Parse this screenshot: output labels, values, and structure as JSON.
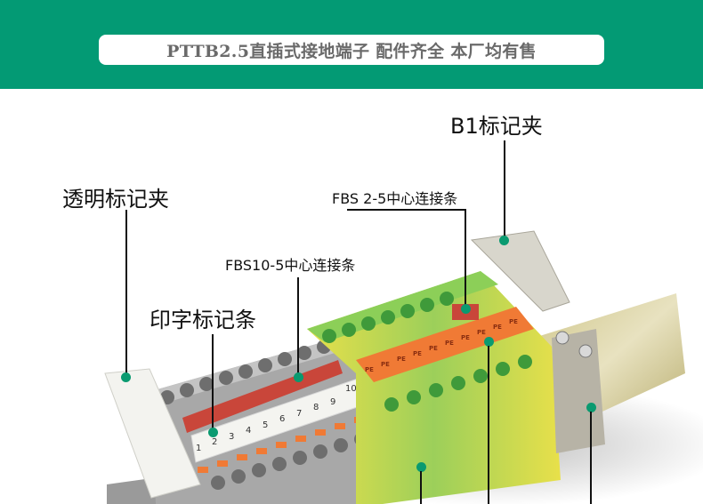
{
  "header": {
    "title": "PTTB2.5直插式接地端子 配件齐全 本厂均有售",
    "background_color": "#039a74",
    "text_color": "#6a6a6a"
  },
  "callouts": [
    {
      "id": "b1-marker-clip",
      "label": "B1标记夹"
    },
    {
      "id": "transparent-marker-clip",
      "label": "透明标记夹"
    },
    {
      "id": "fbs2-bridge",
      "label": "FBS 2-5中心连接条"
    },
    {
      "id": "fbs10-bridge",
      "label": "FBS10-5中心连接条"
    },
    {
      "id": "printed-marker-strip",
      "label": "印字标记条"
    }
  ],
  "product": {
    "marker_numbers": [
      "1",
      "2",
      "3",
      "4",
      "5",
      "6",
      "7",
      "8",
      "9",
      "10"
    ],
    "pe_label": "PE",
    "dot_color": "#0a9a70"
  }
}
